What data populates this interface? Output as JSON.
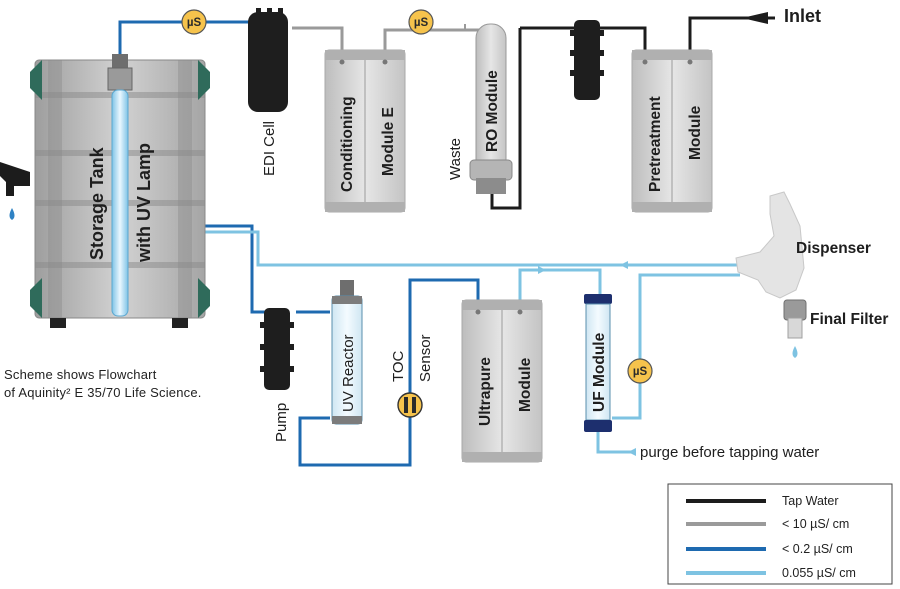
{
  "colors": {
    "tap_water": "#1c1c1c",
    "lt_10": "#9a9a9a",
    "lt_0_2": "#1e6ab0",
    "ultrapure": "#7ec3e2",
    "sensor_fill": "#f6c34c",
    "module_grey": "#d6d6d6"
  },
  "labels": {
    "inlet": "Inlet",
    "edi_cell": "EDI Cell",
    "conditioning_1": "Conditioning",
    "conditioning_2": "Module E",
    "waste": "Waste",
    "ro_module": "RO Module",
    "pretreatment_1": "Pretreatment",
    "pretreatment_2": "Module",
    "storage_1": "Storage Tank",
    "storage_2": "with UV Lamp",
    "dispenser": "Dispenser",
    "final_filter": "Final Filter",
    "pump": "Pump",
    "uv_reactor": "UV Reactor",
    "toc_1": "TOC",
    "toc_2": "Sensor",
    "ultrapure_1": "Ultrapure",
    "ultrapure_2": "Module",
    "uf_module": "UF Module",
    "purge": "purge before tapping water",
    "conductivity": "µS"
  },
  "caption": {
    "line1": "Scheme shows Flowchart",
    "line2": "of Aquinity² E 35/70 Life Science."
  },
  "legend": [
    {
      "label": "Tap Water",
      "color": "#1c1c1c"
    },
    {
      "label": "< 10 µS/ cm",
      "color": "#9a9a9a"
    },
    {
      "label": "< 0.2 µS/ cm",
      "color": "#1e6ab0"
    },
    {
      "label": "0.055 µS/ cm",
      "color": "#7ec3e2"
    }
  ]
}
